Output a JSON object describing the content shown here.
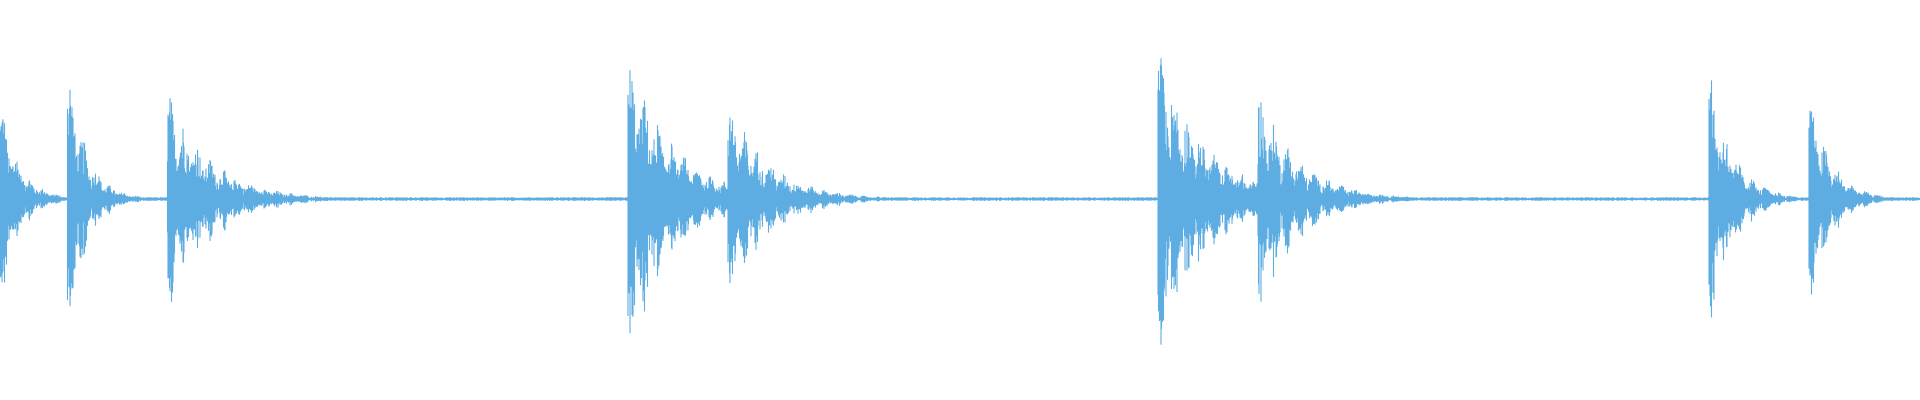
{
  "waveform": {
    "color": "#5dade2",
    "transients": [
      {
        "time_fraction": 0.0,
        "peak": 0.58,
        "decay": 0.95
      },
      {
        "time_fraction": 0.035,
        "peak": 0.78,
        "decay": 0.95
      },
      {
        "time_fraction": 0.087,
        "peak": 0.6,
        "decay": 2.2
      },
      {
        "time_fraction": 0.327,
        "peak": 0.78,
        "decay": 2.4
      },
      {
        "time_fraction": 0.379,
        "peak": 0.55,
        "decay": 2.1
      },
      {
        "time_fraction": 0.603,
        "peak": 0.85,
        "decay": 2.4
      },
      {
        "time_fraction": 0.655,
        "peak": 0.6,
        "decay": 2.1
      },
      {
        "time_fraction": 0.89,
        "peak": 0.72,
        "decay": 1.2
      },
      {
        "time_fraction": 0.942,
        "peak": 0.62,
        "decay": 1.1
      }
    ],
    "noise_floor": 0.012
  }
}
